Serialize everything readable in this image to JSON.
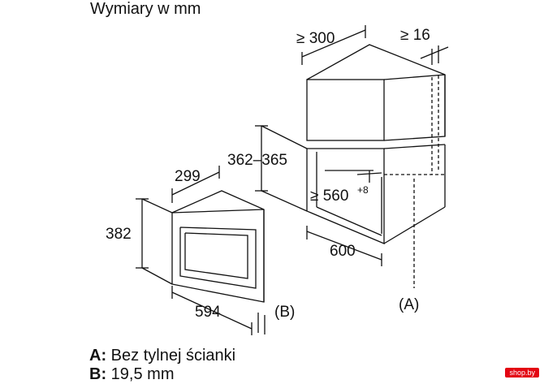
{
  "title": "Wymiary w mm",
  "dimensions": {
    "niche_depth": "≥ 300",
    "gap": "≥ 16",
    "niche_height": "362–365",
    "niche_width_value": "≥ 560",
    "niche_width_tolerance": "+8",
    "cabinet_width": "600",
    "device_depth": "299",
    "device_height": "382",
    "device_width": "594"
  },
  "markers": {
    "a": "(A)",
    "b": "(B)"
  },
  "legend": [
    {
      "key": "A:",
      "text": "Bez tylnej ścianki"
    },
    {
      "key": "B:",
      "text": "19,5 mm"
    }
  ],
  "watermark": "shop.by"
}
